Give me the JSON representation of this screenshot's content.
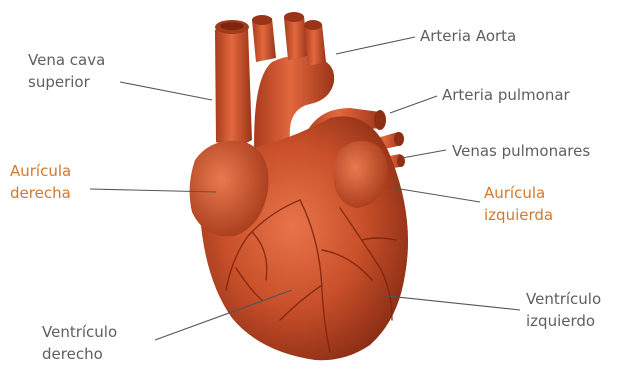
{
  "labels": {
    "vena_cava": {
      "line1": "Vena cava",
      "line2": "superior"
    },
    "arteria_aorta": {
      "text": "Arteria Aorta"
    },
    "arteria_pulmonar": {
      "text": "Arteria pulmonar"
    },
    "venas_pulmonares": {
      "text": "Venas pulmonares"
    },
    "auricula_derecha": {
      "line1": "Aurícula",
      "line2": "derecha"
    },
    "auricula_izquierda": {
      "line1": "Aurícula",
      "line2": "izquierda"
    },
    "ventriculo_derecho": {
      "line1": "Ventrículo",
      "line2": "derecho"
    },
    "ventriculo_izquierdo": {
      "line1": "Ventrículo",
      "line2": "izquierdo"
    }
  },
  "colors": {
    "label_grey": "#5f5f5f",
    "label_orange": "#d4782b",
    "leader_line": "#555555",
    "heart_main": "#c9502a",
    "heart_dark": "#8e2f15",
    "heart_light": "#e8784a"
  }
}
